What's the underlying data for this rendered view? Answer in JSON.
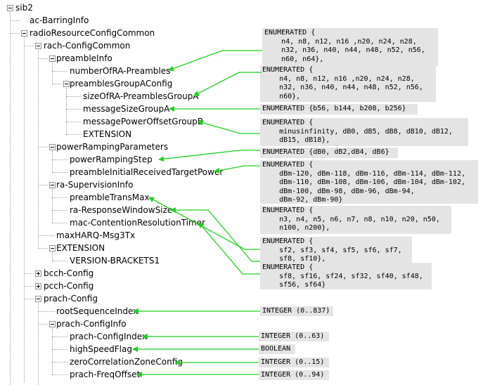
{
  "tree": [
    {
      "label": "sib2",
      "toggle": "minus"
    },
    {
      "label": "ac-BarringInfo"
    },
    {
      "label": "radioResourceConfigCommon",
      "toggle": "minus"
    },
    {
      "label": "rach-ConfigCommon",
      "toggle": "minus"
    },
    {
      "label": "preambleInfo",
      "toggle": "minus"
    },
    {
      "label": "numberOfRA-Preambles"
    },
    {
      "label": "preamblesGroupAConfig",
      "toggle": "minus"
    },
    {
      "label": "sizeOfRA-PreamblesGroupA"
    },
    {
      "label": "messageSizeGroupA"
    },
    {
      "label": "messagePowerOffsetGroupB"
    },
    {
      "label": "EXTENSION"
    },
    {
      "label": "powerRampingParameters",
      "toggle": "minus"
    },
    {
      "label": "powerRampingStep"
    },
    {
      "label": "preambleInitialReceivedTargetPower"
    },
    {
      "label": "ra-SupervisionInfo",
      "toggle": "minus"
    },
    {
      "label": "preambleTransMax"
    },
    {
      "label": "ra-ResponseWindowSize"
    },
    {
      "label": "mac-ContentionResolutionTimer"
    },
    {
      "label": "maxHARQ-Msg3Tx"
    },
    {
      "label": "EXTENSION",
      "toggle": "minus"
    },
    {
      "label": "VERSION-BRACKETS1"
    },
    {
      "label": "bcch-Config",
      "toggle": "plus"
    },
    {
      "label": "pcch-Config",
      "toggle": "plus"
    },
    {
      "label": "prach-Config",
      "toggle": "minus"
    },
    {
      "label": "rootSequenceIndex"
    },
    {
      "label": "prach-ConfigInfo",
      "toggle": "minus"
    },
    {
      "label": "prach-ConfigIndex"
    },
    {
      "label": "highSpeedFlag"
    },
    {
      "label": "zeroCorrelationZoneConfig"
    },
    {
      "label": "prach-FreqOffset"
    }
  ],
  "values": [
    {
      "text": "ENUMERATED {\n    n4, n8, n12, n16 ,n20, n24, n28,\n    n32, n36, n40, n44, n48, n52, n56,\n    n60, n64},"
    },
    {
      "text": "ENUMERATED {\n    n4, n8, n12, n16 ,n20, n24, n28,\n    n32, n36, n40, n44, n48, n52, n56,\n    n60},"
    },
    {
      "text": "ENUMERATED {b56, b144, b208, b256}"
    },
    {
      "text": "ENUMERATED {\n    minusinfinity, dB0, dB5, dB8, dB10, dB12,\n    dB15, dB18},"
    },
    {
      "text": "ENUMERATED {dB0, dB2,dB4, dB6}"
    },
    {
      "text": "ENUMERATED {\n    dBm-120, dBm-118, dBm-116, dBm-114, dBm-112,\n    dBm-110, dBm-108, dBm-106, dBm-104, dBm-102,\n    dBm-100, dBm-98, dBm-96, dBm-94,\n    dBm-92, dBm-90}"
    },
    {
      "text": "ENUMERATED {\n    n3, n4, n5, n6, n7, n8, n10, n20, n50,\n    n100, n200},"
    },
    {
      "text": "ENUMERATED {\n    sf2, sf3, sf4, sf5, sf6, sf7,\n    sf8, sf10},"
    },
    {
      "text": "ENUMERATED {\n    sf8, sf16, sf24, sf32, sf40, sf48,\n    sf56, sf64}"
    },
    {
      "text": "INTEGER (0..837)"
    },
    {
      "text": "INTEGER (0..63)"
    },
    {
      "text": "BOOLEAN"
    },
    {
      "text": "INTEGER (0..15)"
    },
    {
      "text": "INTEGER (0..94)"
    }
  ],
  "colors": {
    "arrow": "#1fcf1f",
    "box": "#e4e4e4"
  }
}
